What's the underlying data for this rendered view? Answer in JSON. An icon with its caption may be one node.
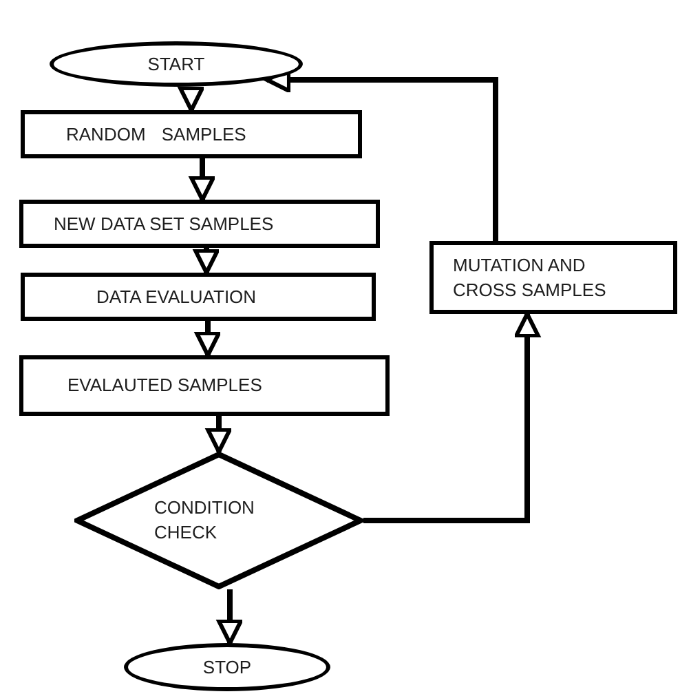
{
  "diagram": {
    "nodes": [
      {
        "text": [
          "START"
        ]
      },
      {
        "text": [
          "RANDOM SAMPLES"
        ]
      },
      {
        "text": [
          "NEW DATA SET SAMPLES"
        ]
      },
      {
        "text": [
          "DATA EVALUATION"
        ]
      },
      {
        "text": [
          "EVALAUTED SAMPLES"
        ]
      },
      {
        "text": [
          "CONDITION CHECK"
        ]
      },
      {
        "text": [
          "STOP"
        ]
      },
      {
        "text": [
          "MUTATION AND CROSS SAMPLES"
        ]
      }
    ],
    "edges": [
      {
        "from": 0,
        "to": 1,
        "arrow": "to"
      },
      {
        "from": 1,
        "to": 2,
        "arrow": "to"
      },
      {
        "from": 2,
        "to": 3,
        "arrow": "to"
      },
      {
        "from": 3,
        "to": 4,
        "arrow": "to"
      },
      {
        "from": 4,
        "to": 5,
        "arrow": "to"
      },
      {
        "from": 5,
        "to": 6,
        "arrow": "to"
      },
      {
        "from": 5,
        "to": 7,
        "arrow": "to"
      },
      {
        "from": 7,
        "to": 0,
        "arrow": "to"
      }
    ]
  }
}
